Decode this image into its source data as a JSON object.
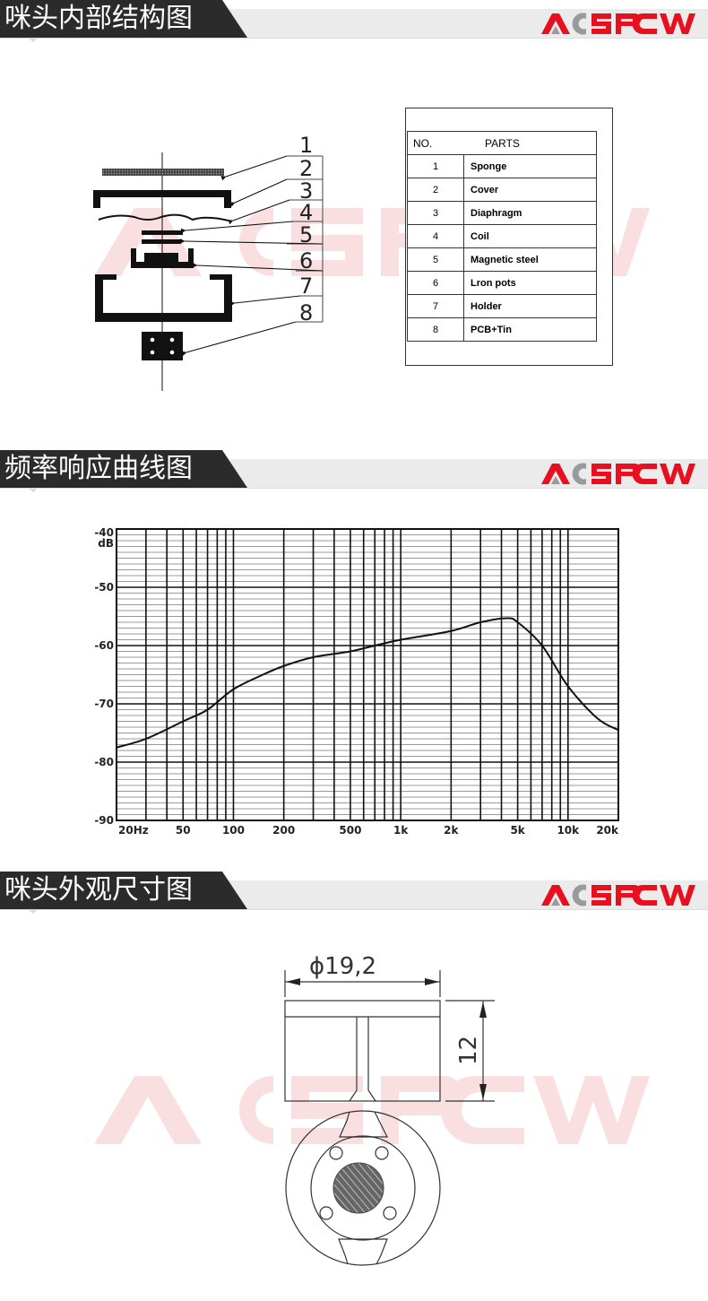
{
  "brand": {
    "name": "AOSPOW",
    "primary_color": "#e8101e",
    "secondary_color": "#9a9a9a"
  },
  "sections": [
    {
      "title": "咪头内部结构图"
    },
    {
      "title": "频率响应曲线图"
    },
    {
      "title": "咪头外观尺寸图"
    }
  ],
  "structure_diagram": {
    "callouts": [
      "1",
      "2",
      "3",
      "4",
      "5",
      "6",
      "7",
      "8"
    ]
  },
  "parts_table": {
    "headers": {
      "no": "NO.",
      "parts": "PARTS"
    },
    "rows": [
      {
        "no": "1",
        "part": "Sponge"
      },
      {
        "no": "2",
        "part": "Cover"
      },
      {
        "no": "3",
        "part": "Diaphragm"
      },
      {
        "no": "4",
        "part": "Coil"
      },
      {
        "no": "5",
        "part": "Magnetic steel"
      },
      {
        "no": "6",
        "part": "Lron pots"
      },
      {
        "no": "7",
        "part": "Holder"
      },
      {
        "no": "8",
        "part": "PCB+Tin"
      }
    ]
  },
  "chart_data": {
    "type": "line",
    "title": "",
    "xlabel": "",
    "ylabel": "dB",
    "x_scale": "log",
    "xlim": [
      20,
      20000
    ],
    "ylim": [
      -90,
      -40
    ],
    "grid": true,
    "x_tick_labels": [
      "20Hz",
      "50",
      "100",
      "200",
      "500",
      "1k",
      "2k",
      "5k",
      "10k",
      "20k"
    ],
    "y_tick_labels": [
      "-40",
      "-50",
      "-60",
      "-70",
      "-80",
      "-90"
    ],
    "y_unit_label": "dB",
    "series": [
      {
        "name": "Frequency response",
        "x": [
          20,
          30,
          50,
          70,
          100,
          150,
          200,
          300,
          500,
          700,
          1000,
          2000,
          3000,
          4300,
          5000,
          7000,
          10000,
          15000,
          20000
        ],
        "values": [
          -77.5,
          -76,
          -73,
          -71,
          -67.5,
          -65,
          -63.5,
          -62,
          -61,
          -60,
          -59,
          -57.5,
          -56,
          -55.3,
          -56,
          -60,
          -67,
          -72.5,
          -74.5
        ]
      }
    ]
  },
  "dimension_drawing": {
    "diameter_label": "ϕ19,2",
    "height_label": "12"
  }
}
